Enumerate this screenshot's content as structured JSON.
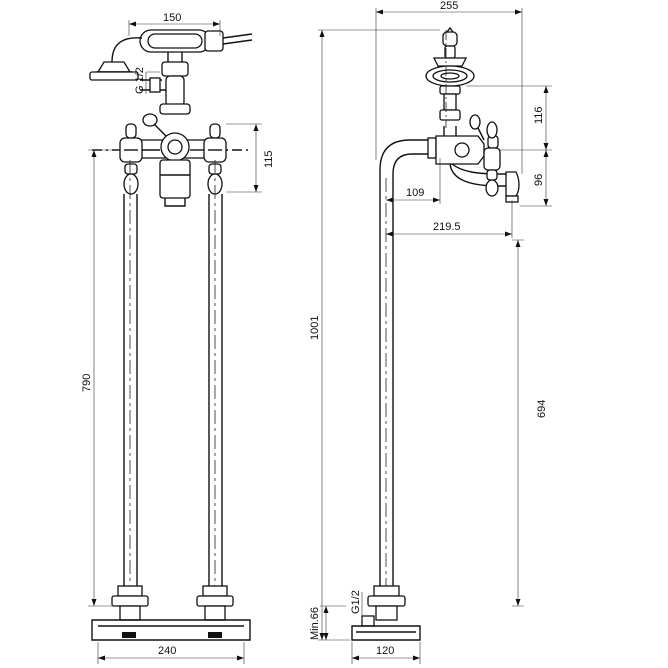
{
  "dimensions": {
    "front_top_width": "150",
    "connection_thread": "G 1/2",
    "front_handle_height": "115",
    "front_pipe_height": "790",
    "front_base_width": "240",
    "side_top_width": "255",
    "side_shower_height": "116",
    "side_spout_height": "96",
    "side_spout_offset": "109",
    "side_spout_reach": "219.5",
    "side_total_height": "1001",
    "side_pipe_height": "694",
    "side_thread": "G1/2",
    "side_min_height": "Min.66",
    "side_base_width": "120"
  }
}
